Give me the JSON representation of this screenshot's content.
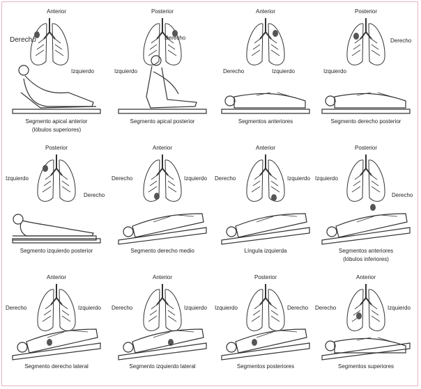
{
  "corner_label": "Derecho",
  "panels": [
    {
      "top": "Anterior",
      "left": "",
      "right": "Izquierdo",
      "caption": [
        "Segmento apical anterior",
        "(lóbulos superiores)"
      ]
    },
    {
      "top": "Posterior",
      "left": "Izquierdo",
      "right": "Derecho",
      "caption": [
        "Segmento apical posterior"
      ]
    },
    {
      "top": "Anterior",
      "left": "Derecho",
      "right": "Izquierdo",
      "caption": [
        "Segmentos anteriores"
      ]
    },
    {
      "top": "Posterior",
      "left": "Izquierdo",
      "right": "Derecho",
      "caption": [
        "Segmento derecho posterior"
      ]
    },
    {
      "top": "Posterior",
      "left": "Izquierdo",
      "right": "Derecho",
      "caption": [
        "Segmento izquierdo posterior"
      ]
    },
    {
      "top": "Anterior",
      "left": "Derecho",
      "right": "Izquierdo",
      "caption": [
        "Segmento derecho medio"
      ]
    },
    {
      "top": "Anterior",
      "left": "Derecho",
      "right": "Izquierdo",
      "caption": [
        "Língula izquierda"
      ]
    },
    {
      "top": "Posterior",
      "left": "Izquierdo",
      "right": "Derecho",
      "caption": [
        "Segmentos anteriores",
        "(lóbulos inferiores)"
      ]
    },
    {
      "top": "Anterior",
      "left": "Derecho",
      "right": "Izquierdo",
      "caption": [
        "Segmento derecho lateral"
      ]
    },
    {
      "top": "Anterior",
      "left": "Derecho",
      "right": "Izquierdo",
      "caption": [
        "Segmento izquierdo lateral"
      ]
    },
    {
      "top": "Posterior",
      "left": "Izquierdo",
      "right": "Derecho",
      "caption": [
        "Segmentos posteriores"
      ]
    },
    {
      "top": "Anterior",
      "left": "Derecho",
      "right": "Izquierdo",
      "caption": [
        "Segmentos superiores"
      ]
    }
  ],
  "colors": {
    "line": "#333333",
    "shade": "#555555",
    "frame": "#e6b3c3"
  }
}
